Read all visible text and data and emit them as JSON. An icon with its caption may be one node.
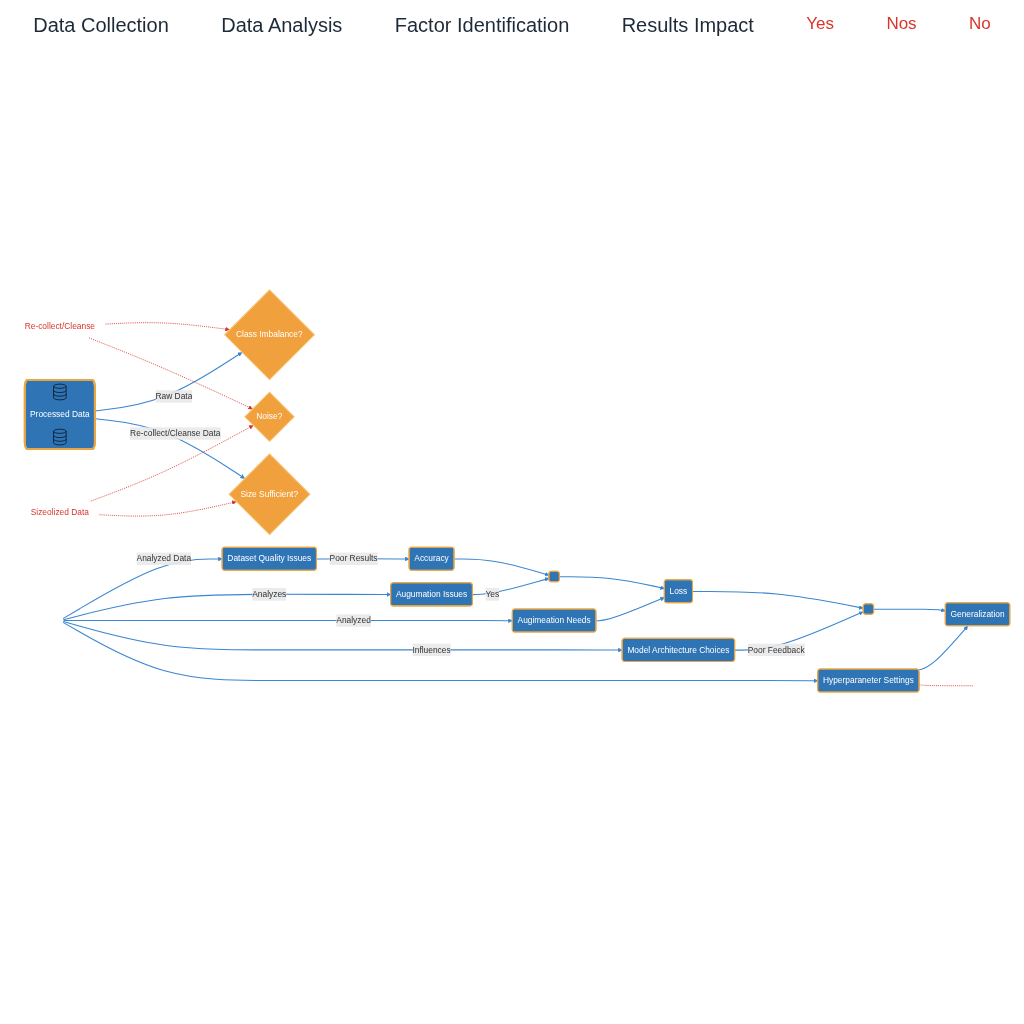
{
  "diagram": {
    "nodes": [
      {
        "text": [
          "Processed Data"
        ]
      },
      {
        "text": [
          "Class Imbalance?"
        ]
      },
      {
        "text": [
          "Re-collect/Cleanse"
        ]
      },
      {
        "text": [
          "Noise?"
        ]
      },
      {
        "text": [
          "Sizeolized Data"
        ]
      },
      {
        "text": [
          "Size Sufficient?"
        ]
      },
      {
        "text": [
          "Dataset Quality Issues"
        ]
      },
      {
        "text": [
          "Augumation Issues"
        ]
      },
      {
        "text": [
          "Augimeation Needs"
        ]
      },
      {
        "text": [
          "Model Architecture Choices"
        ]
      },
      {
        "text": [
          "Hyperparaneter Settings"
        ]
      },
      {
        "text": [
          "Accuracy"
        ]
      },
      {
        "text": [],
        "shape": "box"
      },
      {
        "text": [
          "Loss"
        ]
      },
      {
        "text": [],
        "shape": "box"
      },
      {
        "text": [
          "Generalization"
        ]
      }
    ],
    "edges": [
      {
        "from": 0,
        "to": 1,
        "arrow": "to",
        "label": "Raw Data"
      },
      {
        "from": 0,
        "to": 5,
        "arrow": "to",
        "label": "Re-collect/Cleanse Data"
      },
      {
        "from": 2,
        "to": 1,
        "arrow": "to",
        "style": "dashed",
        "color": "#d9352b"
      },
      {
        "from": 2,
        "to": 3,
        "arrow": "to",
        "style": "dashed",
        "color": "#d9352b"
      },
      {
        "from": 4,
        "to": 3,
        "arrow": "to",
        "style": "dashed",
        "color": "#d9352b"
      },
      {
        "from": 4,
        "to": 5,
        "arrow": "to",
        "style": "dashed",
        "color": "#d9352b"
      },
      {
        "from": null,
        "to": 6,
        "arrow": "to",
        "label": "Analyzed Data"
      },
      {
        "from": null,
        "to": 7,
        "arrow": "to",
        "label": "Analyzes"
      },
      {
        "from": null,
        "to": 8,
        "arrow": "to",
        "label": "Analyzed"
      },
      {
        "from": null,
        "to": 9,
        "arrow": "to",
        "label": "Influences"
      },
      {
        "from": null,
        "to": 10,
        "arrow": "to"
      },
      {
        "from": 6,
        "to": 11,
        "arrow": "to",
        "label": "Poor Results"
      },
      {
        "from": 7,
        "to": 12,
        "arrow": "to",
        "label": "Yes"
      },
      {
        "from": 8,
        "to": 13,
        "arrow": "to"
      },
      {
        "from": 9,
        "to": 14,
        "arrow": "to",
        "label": "Poor Feedback"
      },
      {
        "from": 10,
        "to": 15,
        "arrow": "to"
      },
      {
        "from": 11,
        "to": 12,
        "arrow": "to"
      },
      {
        "from": 12,
        "to": 13,
        "arrow": "to"
      },
      {
        "from": 13,
        "to": 14,
        "arrow": "to"
      },
      {
        "from": 14,
        "to": 15,
        "arrow": "to"
      },
      {
        "from": 10,
        "to": null,
        "arrow": "none",
        "style": "dashed",
        "color": "#d9352b"
      }
    ],
    "labels": [
      "Data Collection",
      "Data Analysis",
      "Factor Identification",
      "Results Impact",
      "Yes",
      "Nos",
      "No"
    ]
  }
}
